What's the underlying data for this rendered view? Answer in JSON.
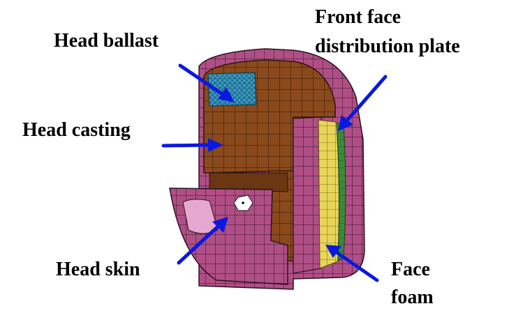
{
  "labels": {
    "head_ballast": "Head ballast",
    "front_face_line1": "Front face",
    "front_face_line2": "distribution plate",
    "head_casting": "Head casting",
    "head_skin": "Head skin",
    "face_line1": "Face",
    "face_line2": "foam"
  },
  "colors": {
    "skin": "#b04f86",
    "skin_light": "#e6a8cf",
    "casting": "#8b4a1c",
    "casting_dark": "#6b3612",
    "ballast": "#3a9bc4",
    "foam": "#e8d55a",
    "plate": "#3a8a3a",
    "arrow": "#0a19e0",
    "mesh": "#222222"
  },
  "icons": [
    "arrow-icon"
  ]
}
